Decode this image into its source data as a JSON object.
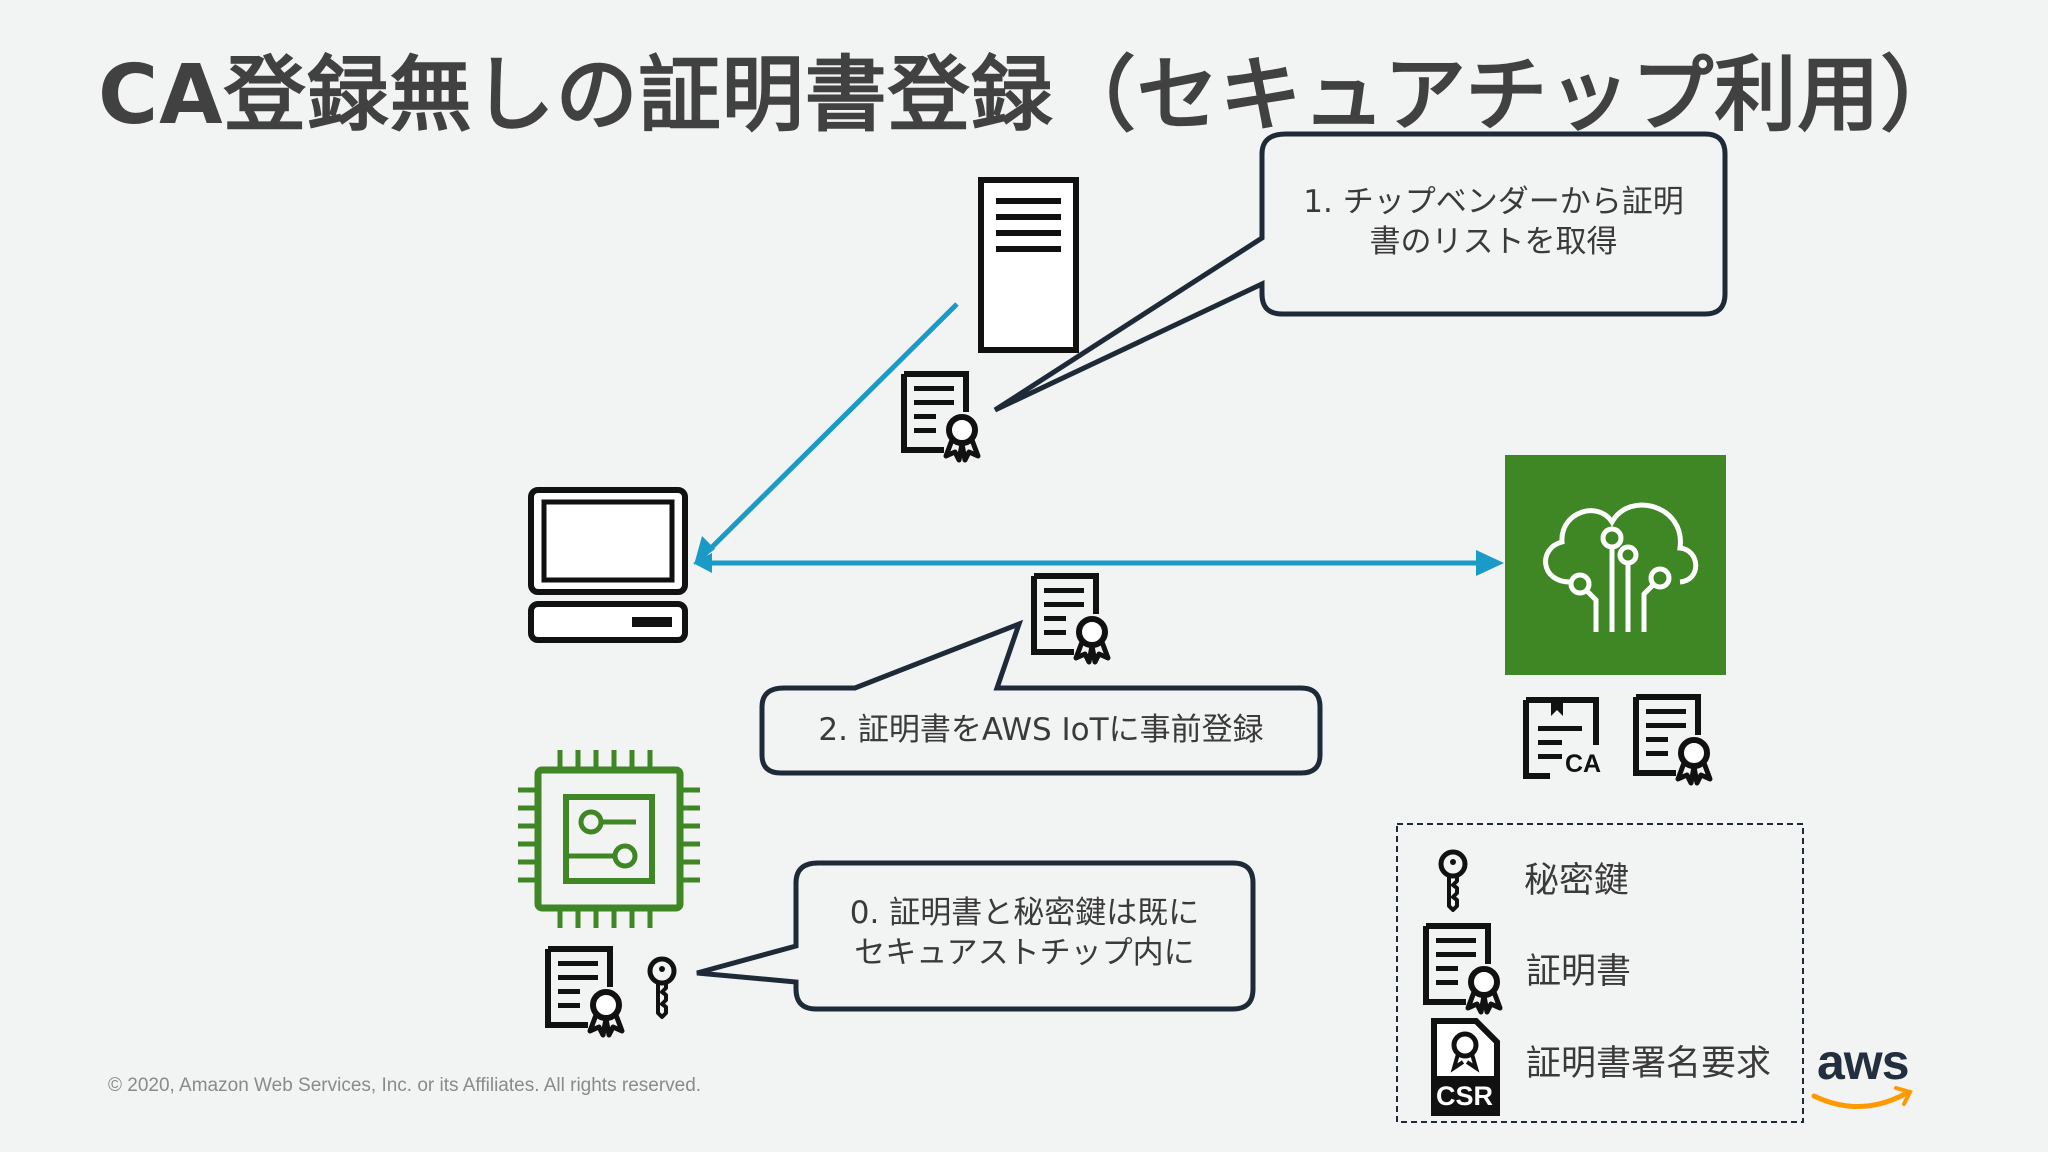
{
  "page_title": "CA登録無しの証明書登録（セキュアチップ利用）",
  "callouts": {
    "step1": [
      "1. チップベンダーから証明",
      "書のリストを取得"
    ],
    "step2": "2. 証明書をAWS IoTに事前登録",
    "step0": [
      "0. 証明書と秘密鍵は既に",
      "セキュアストチップ内に"
    ]
  },
  "iot_tile_color": "#3f8624",
  "arrow_color": "#1a9ac7",
  "legend": {
    "private_key": "秘密鍵",
    "certificate": "証明書",
    "csr": "証明書署名要求"
  },
  "icon_labels": {
    "ca": "CA",
    "csr": "CSR"
  },
  "footer": {
    "copyright": "© 2020, Amazon Web Services, Inc. or its Affiliates. All rights reserved.",
    "logo_text": "aws"
  }
}
